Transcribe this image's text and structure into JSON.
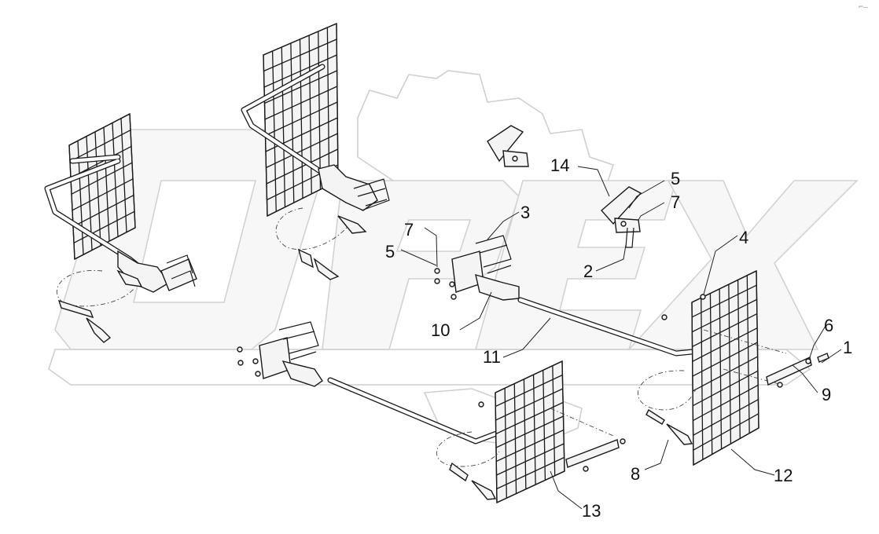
{
  "watermark": {
    "text": "OPEX",
    "gear-icon": "gear-icon"
  },
  "corner_mark": "⌐–",
  "callouts": [
    {
      "id": "c1",
      "label": "1"
    },
    {
      "id": "c2",
      "label": "2"
    },
    {
      "id": "c3",
      "label": "3"
    },
    {
      "id": "c4",
      "label": "4"
    },
    {
      "id": "c5a",
      "label": "5"
    },
    {
      "id": "c5b",
      "label": "5"
    },
    {
      "id": "c6",
      "label": "6"
    },
    {
      "id": "c7a",
      "label": "7"
    },
    {
      "id": "c7b",
      "label": "7"
    },
    {
      "id": "c8",
      "label": "8"
    },
    {
      "id": "c9",
      "label": "9"
    },
    {
      "id": "c10",
      "label": "10"
    },
    {
      "id": "c11",
      "label": "11"
    },
    {
      "id": "c12",
      "label": "12"
    },
    {
      "id": "c13",
      "label": "13"
    },
    {
      "id": "c14",
      "label": "14"
    }
  ]
}
